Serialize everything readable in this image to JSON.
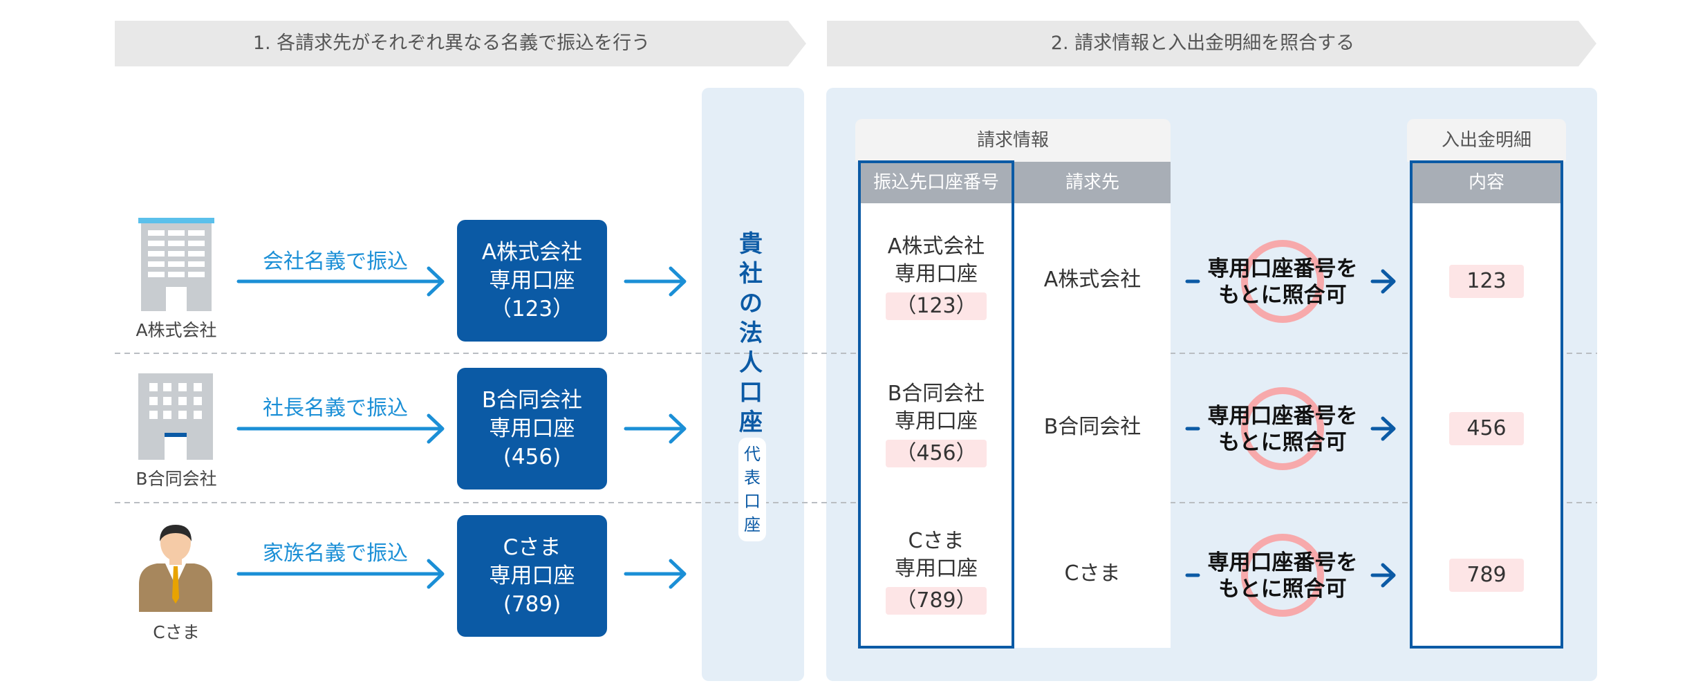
{
  "steps": [
    {
      "label": "1. 各請求先がそれぞれ異なる名義で振込を行う"
    },
    {
      "label": "2. 請求情報と入出金明細を照合する"
    }
  ],
  "rows": [
    {
      "payer": "A株式会社",
      "method": "会社名義で振込",
      "account_lines": [
        "A株式会社",
        "専用口座",
        "（123）"
      ],
      "info_account": [
        "A株式会社",
        "専用口座",
        "（123）"
      ],
      "info_payer": "A株式会社",
      "match": [
        "専用口座番号を",
        "もとに照合可"
      ],
      "detail": "123"
    },
    {
      "payer": "B合同会社",
      "method": "社長名義で振込",
      "account_lines": [
        "B合同会社",
        "専用口座",
        "(456)"
      ],
      "info_account": [
        "B合同会社",
        "専用口座",
        "（456）"
      ],
      "info_payer": "B合同会社",
      "match": [
        "専用口座番号を",
        "もとに照合可"
      ],
      "detail": "456"
    },
    {
      "payer": "Cさま",
      "method": "家族名義で振込",
      "account_lines": [
        "Cさま",
        "専用口座",
        "(789)"
      ],
      "info_account": [
        "Cさま",
        "専用口座",
        "（789）"
      ],
      "info_payer": "Cさま",
      "match": [
        "専用口座番号を",
        "もとに照合可"
      ],
      "detail": "789"
    }
  ],
  "corporate_account": {
    "title": [
      "貴",
      "社",
      "の",
      "法",
      "人",
      "口",
      "座"
    ],
    "sub": [
      "代",
      "表",
      "口",
      "座"
    ]
  },
  "billing_info": {
    "title": "請求情報",
    "col_account": "振込先口座番号",
    "col_payer": "請求先"
  },
  "statement": {
    "title": "入出金明細",
    "col_content": "内容"
  },
  "colors": {
    "primary": "#0b5aa5",
    "arrow_light": "#1b8fd6",
    "panel": "#e4eef7",
    "pill": "#fde5e6",
    "circle": "#f7a9ab"
  }
}
